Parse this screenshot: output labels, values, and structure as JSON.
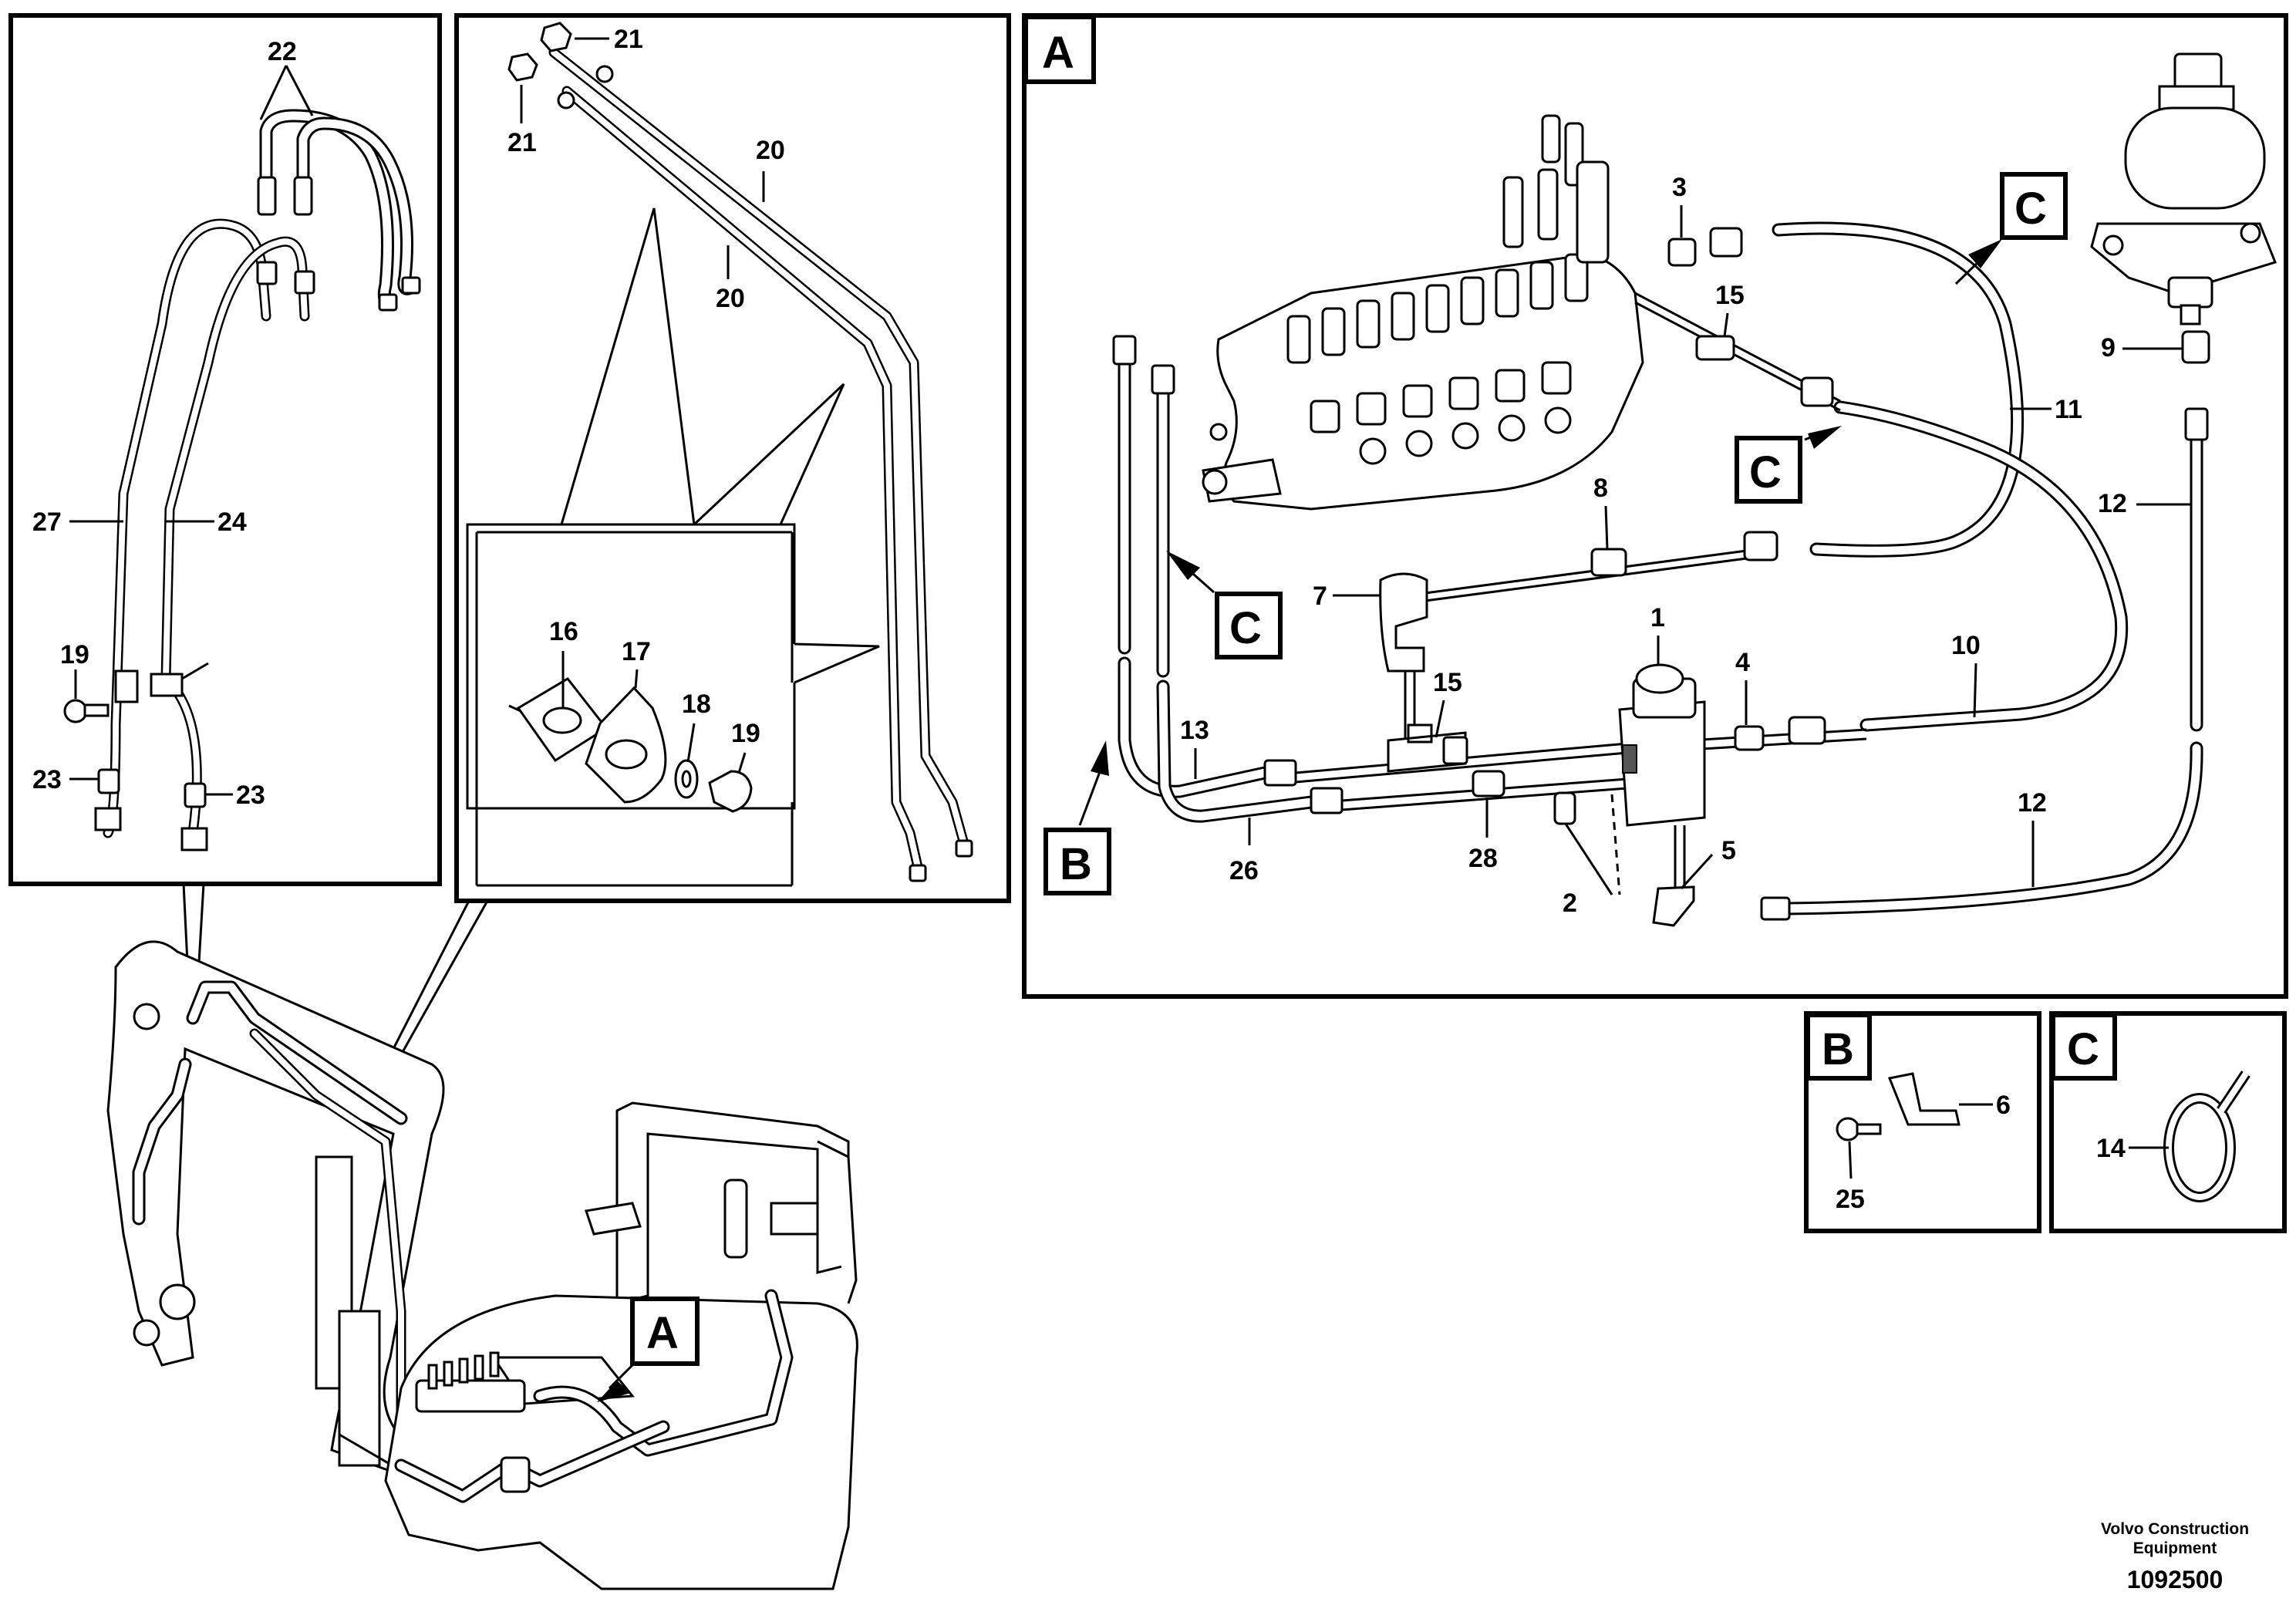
{
  "callouts": {
    "p1": "1",
    "p2": "2",
    "p3": "3",
    "p4": "4",
    "p5": "5",
    "p6": "6",
    "p7": "7",
    "p8": "8",
    "p9": "9",
    "p10": "10",
    "p11": "11",
    "p12": "12",
    "p13": "13",
    "p14": "14",
    "p15": "15",
    "p16": "16",
    "p17": "17",
    "p18": "18",
    "p19": "19",
    "p20": "20",
    "p21": "21",
    "p22": "22",
    "p23": "23",
    "p24": "24",
    "p25": "25",
    "p26": "26",
    "p27": "27",
    "p28": "28"
  },
  "views": {
    "a": "A",
    "b": "B",
    "c": "C"
  },
  "footer": {
    "brand_line1": "Volvo Construction",
    "brand_line2": "Equipment",
    "drawing_number": "1092500"
  }
}
